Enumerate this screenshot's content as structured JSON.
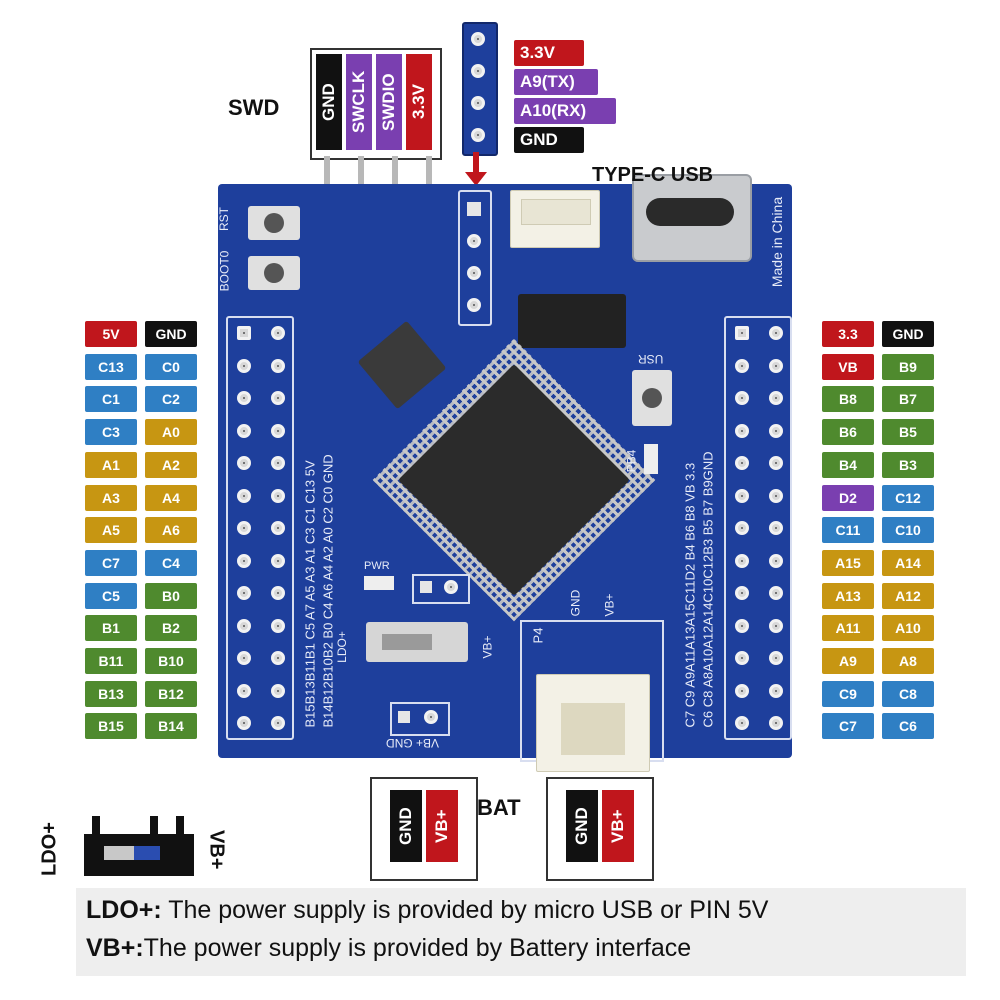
{
  "swd": {
    "title": "SWD",
    "pins": [
      {
        "label": "GND",
        "color": "#111111"
      },
      {
        "label": "SWCLK",
        "color": "#7a3fb0"
      },
      {
        "label": "SWDIO",
        "color": "#7a3fb0"
      },
      {
        "label": "3.3V",
        "color": "#c0161c"
      }
    ]
  },
  "uart": {
    "pins": [
      {
        "label": "3.3V",
        "color": "#c0161c"
      },
      {
        "label": "A9(TX)",
        "color": "#7a3fb0"
      },
      {
        "label": "A10(RX)",
        "color": "#7a3fb0"
      },
      {
        "label": "GND",
        "color": "#111111"
      }
    ]
  },
  "usb": {
    "label": "TYPE-C USB"
  },
  "left_header": [
    [
      {
        "t": "5V",
        "c": "#c0161c"
      },
      {
        "t": "GND",
        "c": "#111111"
      }
    ],
    [
      {
        "t": "C13",
        "c": "#2f7fc4"
      },
      {
        "t": "C0",
        "c": "#2f7fc4"
      }
    ],
    [
      {
        "t": "C1",
        "c": "#2f7fc4"
      },
      {
        "t": "C2",
        "c": "#2f7fc4"
      }
    ],
    [
      {
        "t": "C3",
        "c": "#2f7fc4"
      },
      {
        "t": "A0",
        "c": "#c79612"
      }
    ],
    [
      {
        "t": "A1",
        "c": "#c79612"
      },
      {
        "t": "A2",
        "c": "#c79612"
      }
    ],
    [
      {
        "t": "A3",
        "c": "#c79612"
      },
      {
        "t": "A4",
        "c": "#c79612"
      }
    ],
    [
      {
        "t": "A5",
        "c": "#c79612"
      },
      {
        "t": "A6",
        "c": "#c79612"
      }
    ],
    [
      {
        "t": "C7",
        "c": "#2f7fc4"
      },
      {
        "t": "C4",
        "c": "#2f7fc4"
      }
    ],
    [
      {
        "t": "C5",
        "c": "#2f7fc4"
      },
      {
        "t": "B0",
        "c": "#4f8a2e"
      }
    ],
    [
      {
        "t": "B1",
        "c": "#4f8a2e"
      },
      {
        "t": "B2",
        "c": "#4f8a2e"
      }
    ],
    [
      {
        "t": "B11",
        "c": "#4f8a2e"
      },
      {
        "t": "B10",
        "c": "#4f8a2e"
      }
    ],
    [
      {
        "t": "B13",
        "c": "#4f8a2e"
      },
      {
        "t": "B12",
        "c": "#4f8a2e"
      }
    ],
    [
      {
        "t": "B15",
        "c": "#4f8a2e"
      },
      {
        "t": "B14",
        "c": "#4f8a2e"
      }
    ]
  ],
  "right_header": [
    [
      {
        "t": "3.3",
        "c": "#c0161c"
      },
      {
        "t": "GND",
        "c": "#111111"
      }
    ],
    [
      {
        "t": "VB",
        "c": "#c0161c"
      },
      {
        "t": "B9",
        "c": "#4f8a2e"
      }
    ],
    [
      {
        "t": "B8",
        "c": "#4f8a2e"
      },
      {
        "t": "B7",
        "c": "#4f8a2e"
      }
    ],
    [
      {
        "t": "B6",
        "c": "#4f8a2e"
      },
      {
        "t": "B5",
        "c": "#4f8a2e"
      }
    ],
    [
      {
        "t": "B4",
        "c": "#4f8a2e"
      },
      {
        "t": "B3",
        "c": "#4f8a2e"
      }
    ],
    [
      {
        "t": "D2",
        "c": "#7a3fb0"
      },
      {
        "t": "C12",
        "c": "#2f7fc4"
      }
    ],
    [
      {
        "t": "C11",
        "c": "#2f7fc4"
      },
      {
        "t": "C10",
        "c": "#2f7fc4"
      }
    ],
    [
      {
        "t": "A15",
        "c": "#c79612"
      },
      {
        "t": "A14",
        "c": "#c79612"
      }
    ],
    [
      {
        "t": "A13",
        "c": "#c79612"
      },
      {
        "t": "A12",
        "c": "#c79612"
      }
    ],
    [
      {
        "t": "A11",
        "c": "#c79612"
      },
      {
        "t": "A10",
        "c": "#c79612"
      }
    ],
    [
      {
        "t": "A9",
        "c": "#c79612"
      },
      {
        "t": "A8",
        "c": "#c79612"
      }
    ],
    [
      {
        "t": "C9",
        "c": "#2f7fc4"
      },
      {
        "t": "C8",
        "c": "#2f7fc4"
      }
    ],
    [
      {
        "t": "C7",
        "c": "#2f7fc4"
      },
      {
        "t": "C6",
        "c": "#2f7fc4"
      }
    ]
  ],
  "board": {
    "rst": "RST",
    "boot": "BOOT0",
    "made_in": "Made in China",
    "pwr": "PWR",
    "usr": "USR",
    "pb4": "PB4",
    "ldo": "LDO+",
    "vbplus": "VB+",
    "vbgnd": "VB+ GND",
    "p4": "P4",
    "gnd": "GND",
    "left_row_top": "B15B13B11B1 C5 A7 A5 A3 A1 C3 C1 C13 5V",
    "left_row_bot": "B14B12B10B2 B0 C4 A6 A4 A2 A0 C2 C0 GND",
    "right_row_top": "C7 C9 A9A11A13A15C11D2 B4 B6 B8 VB 3.3",
    "right_row_bot": "C6 C8 A8A10A12A14C10C12B3 B5 B7 B9GND"
  },
  "bat": {
    "title": "BAT",
    "left": [
      {
        "t": "GND",
        "c": "#111111"
      },
      {
        "t": "VB+",
        "c": "#c0161c"
      }
    ],
    "right": [
      {
        "t": "GND",
        "c": "#111111"
      },
      {
        "t": "VB+",
        "c": "#c0161c"
      }
    ]
  },
  "switch": {
    "left": "LDO+",
    "right": "VB+"
  },
  "notes": {
    "line1_key": "LDO+:",
    "line1_text": " The power supply is provided by micro USB or PIN 5V",
    "line2_key": "VB+:",
    "line2_text": "The power supply is provided by Battery interface"
  }
}
